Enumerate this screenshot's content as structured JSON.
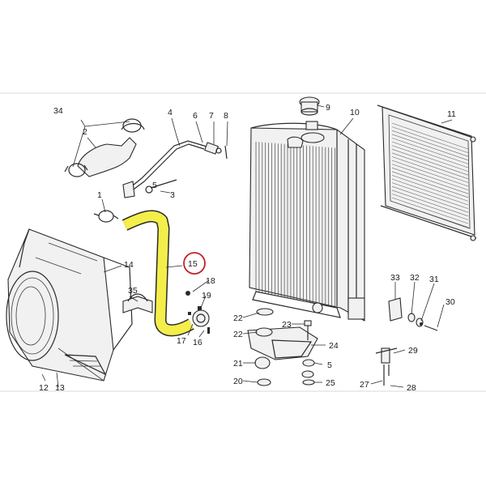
{
  "labels": {
    "n1": "1",
    "n2": "2",
    "n3": "3",
    "n4": "4",
    "n5": "5",
    "n6": "6",
    "n7": "7",
    "n8": "8",
    "n9": "9",
    "n10": "10",
    "n11": "11",
    "n12": "12",
    "n13": "13",
    "n14": "14",
    "n15": "15",
    "n16": "16",
    "n17": "17",
    "n18": "18",
    "n19": "19",
    "n20": "20",
    "n21": "21",
    "n22": "22",
    "n23": "23",
    "n24": "24",
    "n25": "25",
    "n27": "27",
    "n28": "28",
    "n29": "29",
    "n30": "30",
    "n31": "31",
    "n32": "32",
    "n33": "33",
    "n34": "34",
    "n35": "35"
  },
  "highlight": {
    "part_label": "15",
    "hose_color": "#f4ee4a",
    "circle_color": "#c0242c"
  },
  "colors": {
    "ink": "#2a2a2a",
    "paper": "#ffffff"
  }
}
